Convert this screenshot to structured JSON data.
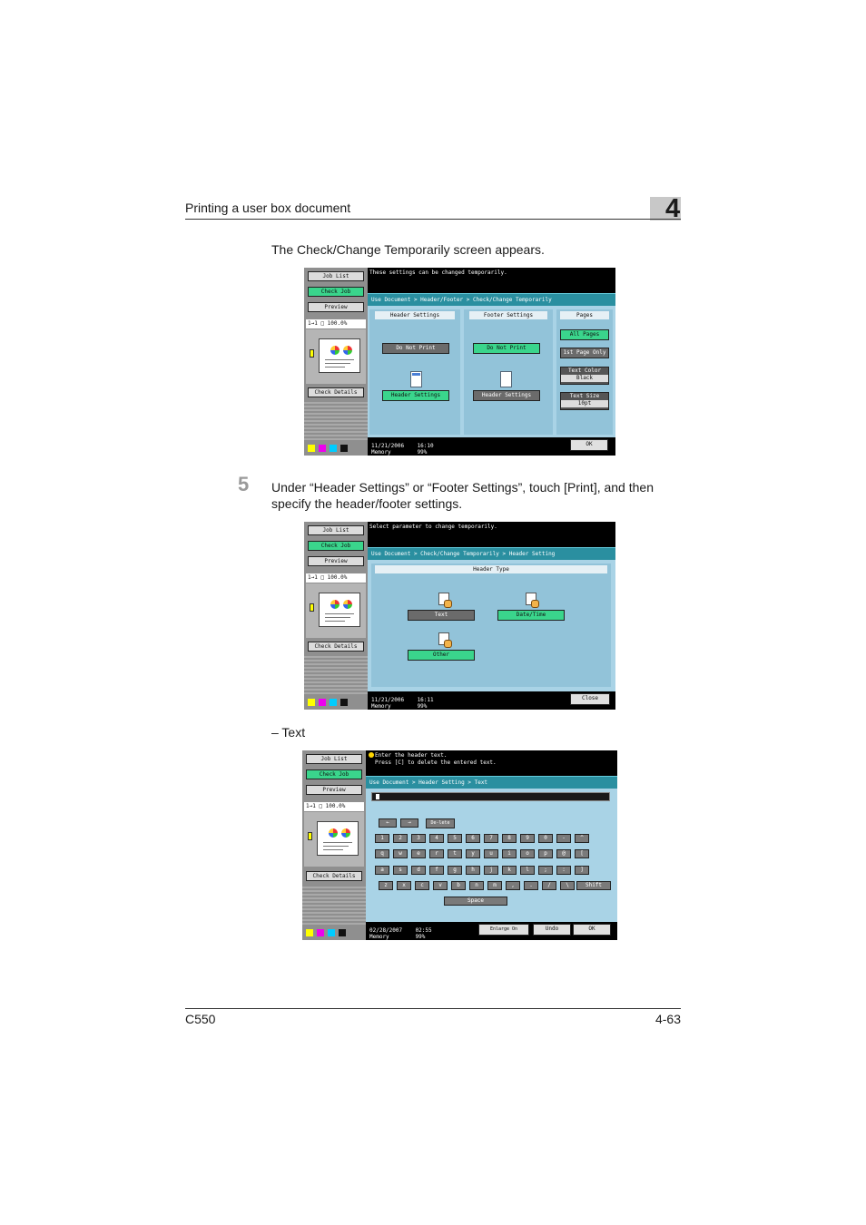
{
  "page": {
    "header_title": "Printing a user box document",
    "chapter_number": "4",
    "intro_text": "The Check/Change Temporarily screen appears.",
    "step_number": "5",
    "step_text_line1": "Under “Header Settings” or “Footer Settings”, touch [Print], and then",
    "step_text_line2": "specify the header/footer settings.",
    "bullet_text": "–   Text",
    "footer_left": "C550",
    "footer_right": "4-63"
  },
  "side": {
    "job_list": "Job List",
    "check_job": "Check Job",
    "preview": "Preview",
    "check_details": "Check Details",
    "toner": [
      "Y",
      "M",
      "C",
      "K"
    ]
  },
  "screen1": {
    "status": "1→1  □   100.0%",
    "message": "These settings can be changed temporarily.",
    "breadcrumb": "Use Document > Header/Footer > Check/Change Temporarily",
    "header_settings_title": "Header Settings",
    "footer_settings_title": "Footer Settings",
    "pages_title": "Pages",
    "do_not_print": "Do Not Print",
    "header_settings_btn": "Header Settings",
    "all_pages": "All Pages",
    "first_page_only": "1st Page Only",
    "text_color_label": "Text Color",
    "text_color_value": "Black",
    "text_size_label": "Text Size",
    "text_size_value": "10pt",
    "datetime": "11/21/2006    16:10\nMemory        99%",
    "ok": "OK"
  },
  "screen2": {
    "status": "1→1  □   100.0%",
    "message": "Select parameter to change temporarily.",
    "breadcrumb": "Use Document > Check/Change Temporarily > Header Setting",
    "header_type_title": "Header Type",
    "text_btn": "Text",
    "datetime_btn": "Date/Time",
    "other_btn": "Other",
    "datetime": "11/21/2006    16:11\nMemory        99%",
    "close": "Close"
  },
  "screen3": {
    "status": "1→1  □   100.0%",
    "message": "Enter the header text.\nPress [C] to delete the entered text.",
    "breadcrumb": "Use Document > Header Setting > Text",
    "left_arrow": "←",
    "right_arrow": "→",
    "delete": "De-lete",
    "row1": [
      "1",
      "2",
      "3",
      "4",
      "5",
      "6",
      "7",
      "8",
      "9",
      "0",
      "-",
      "^"
    ],
    "row2": [
      "q",
      "w",
      "e",
      "r",
      "t",
      "y",
      "u",
      "i",
      "o",
      "p",
      "@",
      "["
    ],
    "row3": [
      "a",
      "s",
      "d",
      "f",
      "g",
      "h",
      "j",
      "k",
      "l",
      ";",
      ":",
      "]"
    ],
    "row4": [
      "z",
      "x",
      "c",
      "v",
      "b",
      "n",
      "m",
      ",",
      ".",
      "/",
      "\\"
    ],
    "shift": "Shift",
    "space": "Space",
    "enlarge": "Enlarge On",
    "undo": "Undo",
    "ok": "OK",
    "datetime": "02/28/2007    02:55\nMemory        99%"
  }
}
